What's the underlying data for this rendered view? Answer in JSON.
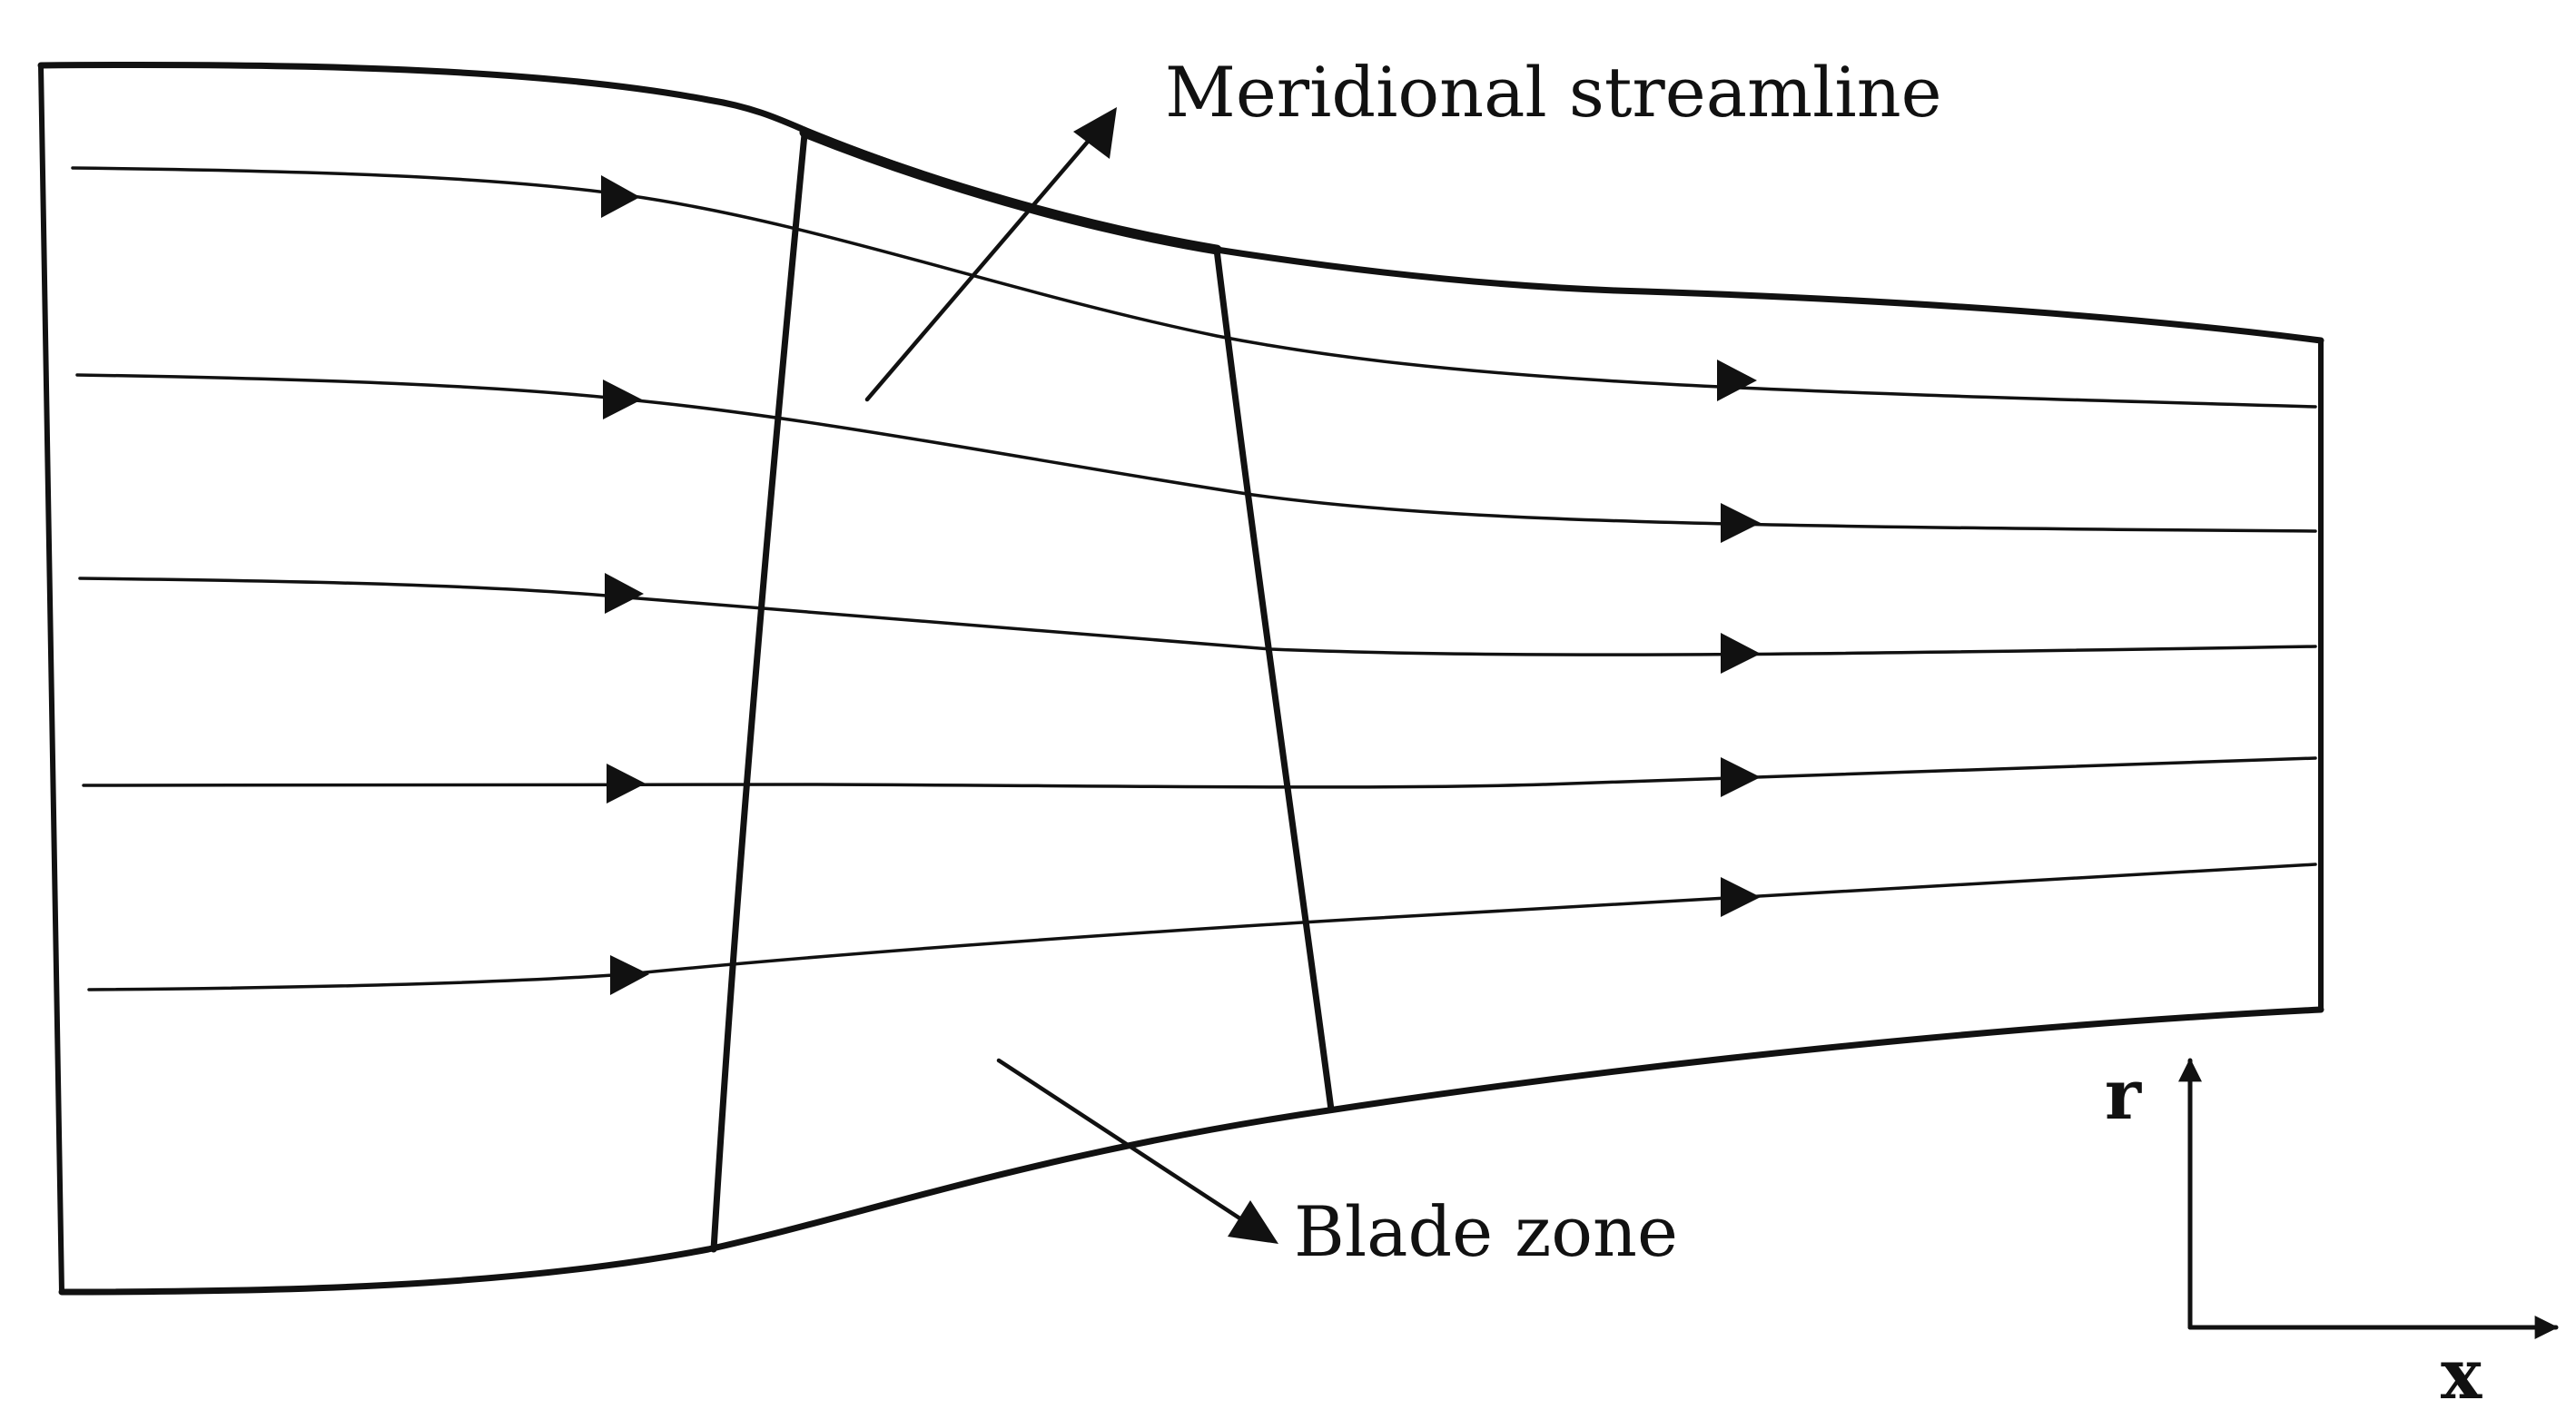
{
  "labels": {
    "meridional_streamline": "Meridional streamline",
    "blade_zone": "Blade zone",
    "axis_r": "r",
    "axis_x": "x"
  },
  "colors": {
    "ink": "#111111",
    "background": "#ffffff"
  }
}
